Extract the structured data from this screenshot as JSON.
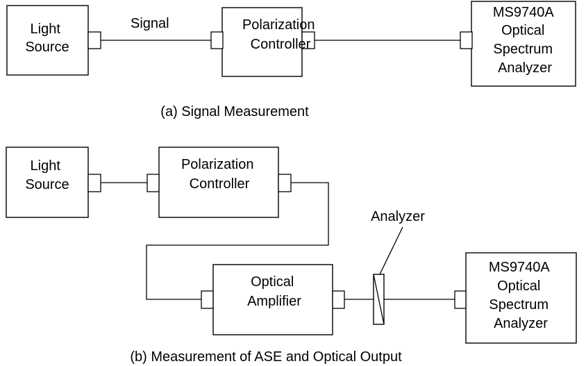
{
  "diagram_a": {
    "light_source": [
      "Light",
      "Source"
    ],
    "signal_label": "Signal",
    "polarization_controller": [
      "Polarization",
      "Controller"
    ],
    "analyzer_instrument": [
      "MS9740A",
      "Optical",
      "Spectrum",
      "Analyzer"
    ],
    "caption": "(a) Signal Measurement"
  },
  "diagram_b": {
    "light_source": [
      "Light",
      "Source"
    ],
    "polarization_controller": [
      "Polarization",
      "Controller"
    ],
    "optical_amplifier": [
      "Optical",
      "Amplifier"
    ],
    "analyzer_label": "Analyzer",
    "analyzer_instrument": [
      "MS9740A",
      "Optical",
      "Spectrum",
      "Analyzer"
    ],
    "caption": "(b) Measurement of ASE and Optical Output"
  }
}
